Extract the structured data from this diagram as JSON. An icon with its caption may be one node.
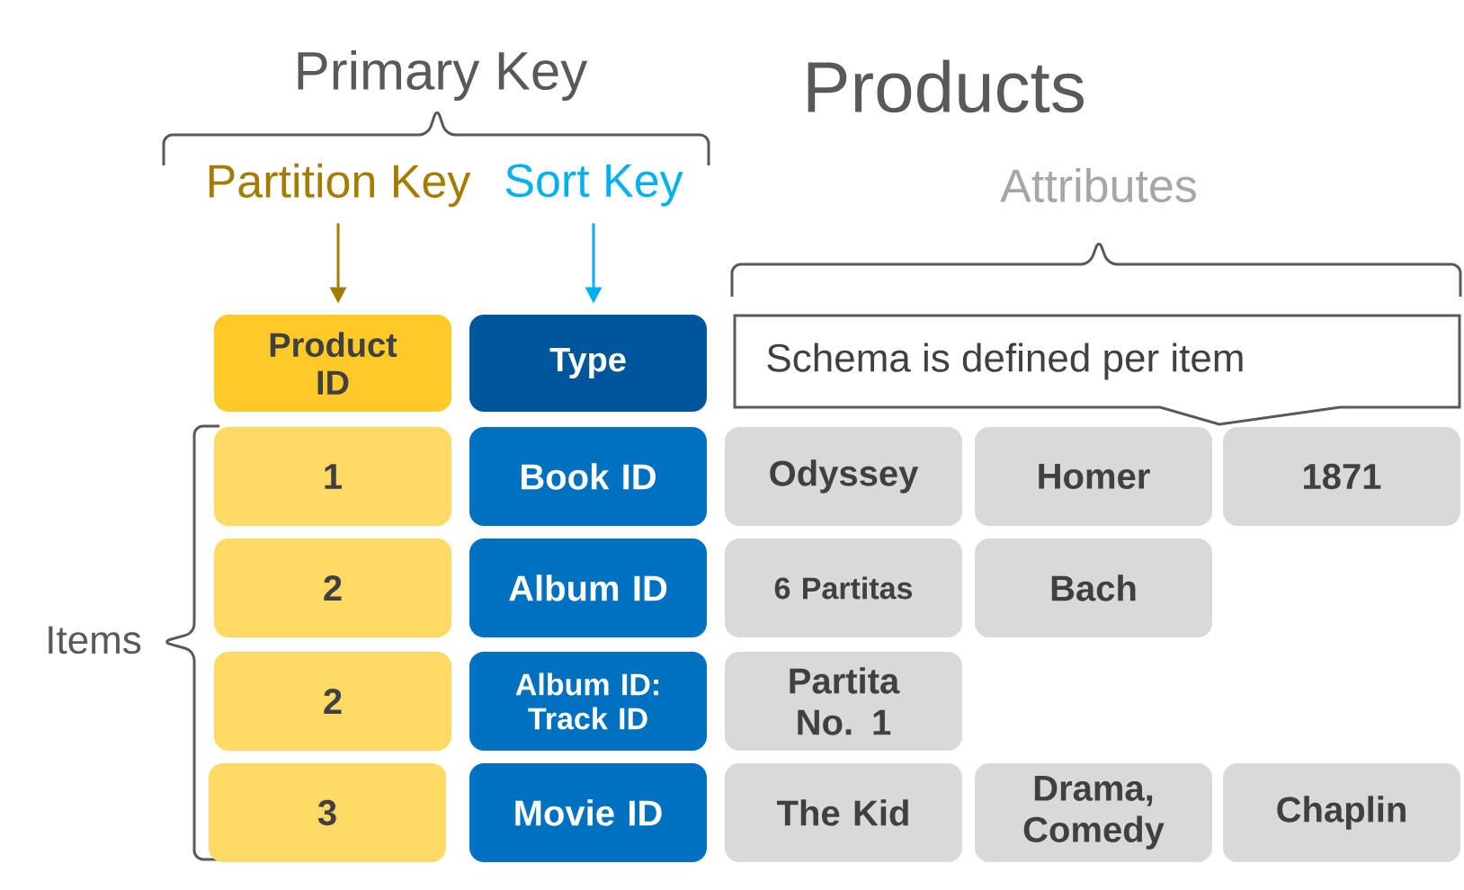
{
  "diagram": {
    "title": "Products",
    "nodes": [
      {
        "text": [
          "Partition Key"
        ]
      },
      {
        "text": [
          "Sort Key"
        ]
      },
      {
        "text": [
          "Product ID"
        ]
      },
      {
        "text": [
          "Type"
        ]
      },
      {
        "text": [
          "Schema is defined per item"
        ]
      },
      {
        "text": [
          "1"
        ]
      },
      {
        "text": [
          "Book ID"
        ]
      },
      {
        "text": [
          "Odyssey"
        ]
      },
      {
        "text": [
          "Homer"
        ]
      },
      {
        "text": [
          "1871"
        ]
      },
      {
        "text": [
          "2"
        ]
      },
      {
        "text": [
          "Album ID"
        ]
      },
      {
        "text": [
          "6 Partitas"
        ]
      },
      {
        "text": [
          "Bach"
        ]
      },
      {
        "text": [
          "2"
        ]
      },
      {
        "text": [
          "Album ID: Track ID"
        ]
      },
      {
        "text": [
          "Partita No. 1"
        ]
      },
      {
        "text": [
          "3"
        ]
      },
      {
        "text": [
          "Movie ID"
        ]
      },
      {
        "text": [
          "The Kid"
        ]
      },
      {
        "text": [
          "Drama, Comedy"
        ]
      },
      {
        "text": [
          "Chaplin"
        ]
      }
    ],
    "edges": [
      {
        "from": 0,
        "to": 2,
        "arrow": "to",
        "color": "#a67c00"
      },
      {
        "from": 1,
        "to": 3,
        "arrow": "to",
        "color": "#00b0f0"
      }
    ],
    "labels": [
      "Primary Key",
      "Attributes",
      "Items"
    ]
  }
}
